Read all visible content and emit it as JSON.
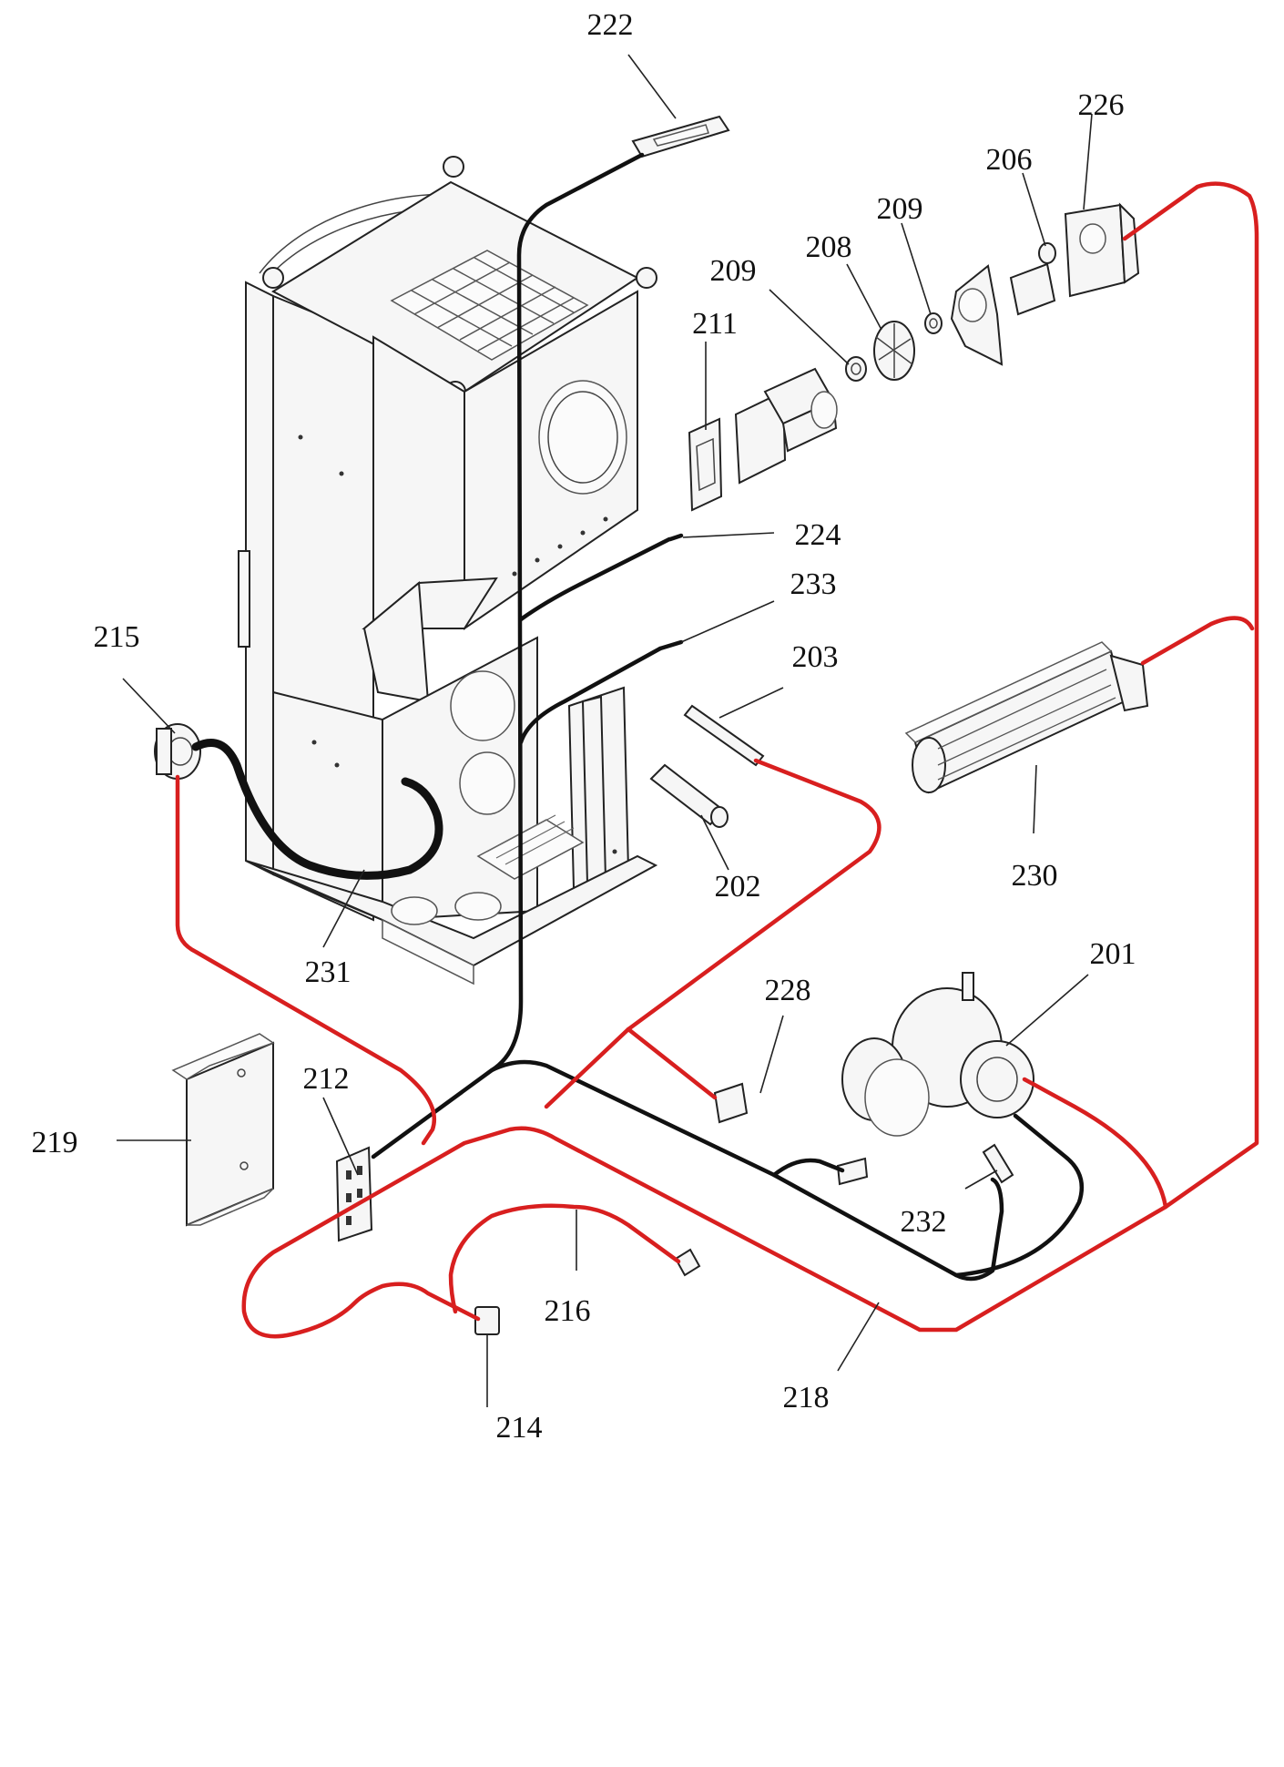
{
  "callouts": {
    "c201": "201",
    "c202": "202",
    "c203": "203",
    "c206": "206",
    "c208": "208",
    "c209a": "209",
    "c209b": "209",
    "c211": "211",
    "c212": "212",
    "c214": "214",
    "c215": "215",
    "c216": "216",
    "c218": "218",
    "c219": "219",
    "c222": "222",
    "c224": "224",
    "c226": "226",
    "c228": "228",
    "c230": "230",
    "c231": "231",
    "c232": "232",
    "c233": "233"
  },
  "colors": {
    "power_wiring": "#d81f1f",
    "signal_wiring": "#111111"
  }
}
